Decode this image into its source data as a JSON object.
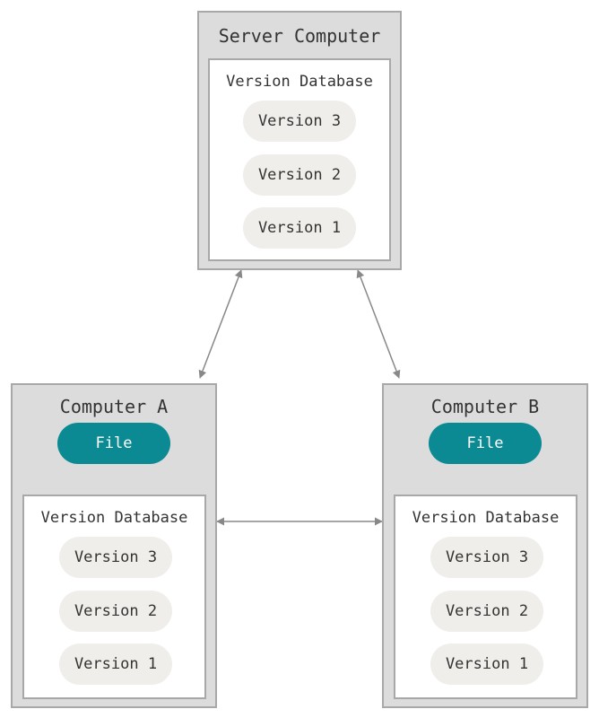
{
  "colors": {
    "computer_fill": "#dcdcdc",
    "box_border": "#a8a8a8",
    "database_fill": "#ffffff",
    "version_fill": "#efeeea",
    "file_fill": "#0b8a93",
    "file_text": "#ffffff",
    "arrow": "#888888"
  },
  "server": {
    "title": "Server Computer",
    "database_title": "Version Database",
    "versions": [
      "Version 3",
      "Version 2",
      "Version 1"
    ]
  },
  "computer_a": {
    "title": "Computer A",
    "file": "File",
    "database_title": "Version Database",
    "versions": [
      "Version 3",
      "Version 2",
      "Version 1"
    ]
  },
  "computer_b": {
    "title": "Computer B",
    "file": "File",
    "database_title": "Version Database",
    "versions": [
      "Version 3",
      "Version 2",
      "Version 1"
    ]
  }
}
